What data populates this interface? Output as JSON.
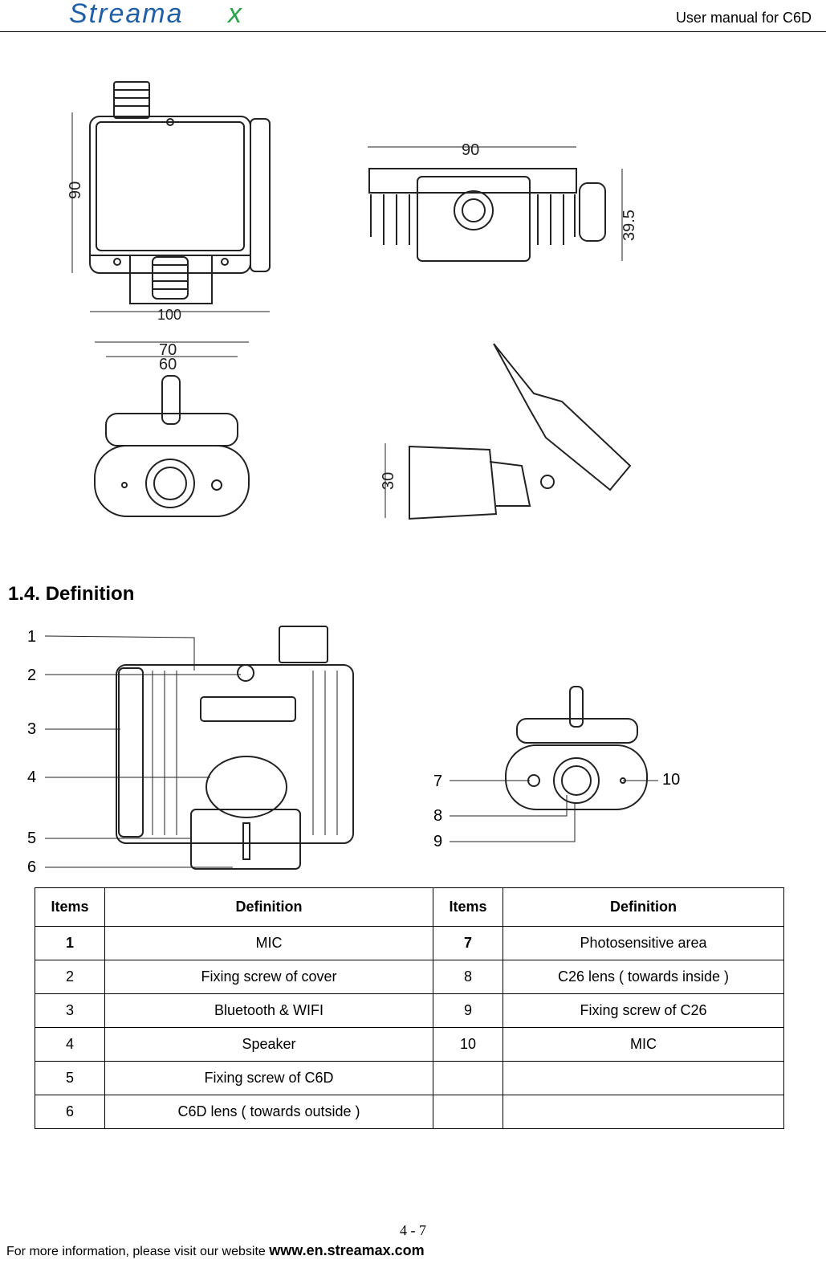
{
  "header": {
    "logo_text": "Streamax",
    "manual_title": "User manual for C6D"
  },
  "drawings": {
    "dim_width_front": "100",
    "dim_height_front": "90",
    "dim_width_top": "90",
    "dim_height_top": "39.5",
    "dim_outer_front_cam": "70",
    "dim_inner_front_cam": "60",
    "dim_height_side": "30"
  },
  "section": {
    "heading": "1.4. Definition"
  },
  "callouts": [
    "1",
    "2",
    "3",
    "4",
    "5",
    "6",
    "7",
    "8",
    "9",
    "10"
  ],
  "table": {
    "headers": [
      "Items",
      "Definition",
      "Items",
      "Definition"
    ],
    "rows": [
      [
        "1",
        "MIC",
        "7",
        "Photosensitive area"
      ],
      [
        "2",
        "Fixing screw of cover",
        "8",
        "C26 lens ( towards inside )"
      ],
      [
        "3",
        "Bluetooth & WIFI",
        "9",
        "Fixing screw of C26"
      ],
      [
        "4",
        "Speaker",
        "10",
        "MIC"
      ],
      [
        "5",
        "Fixing screw of C6D",
        "",
        ""
      ],
      [
        "6",
        "C6D lens ( towards outside )",
        "",
        ""
      ]
    ]
  },
  "footer": {
    "page_number": "4 - 7",
    "text": "For more information, please visit our website ",
    "website": "www.en.streamax.com"
  }
}
